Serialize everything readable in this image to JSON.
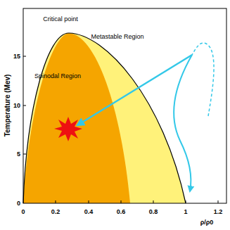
{
  "diagram": {
    "labels": [
      "Critical point",
      "Metastable Region",
      "Spinodal Region",
      "Temperature (Mev)",
      "ρ/ρ0",
      "0",
      "5",
      "10",
      "15",
      "0",
      "0.2",
      "0.4",
      "0.6",
      "0.8",
      "1",
      "1.2"
    ]
  }
}
